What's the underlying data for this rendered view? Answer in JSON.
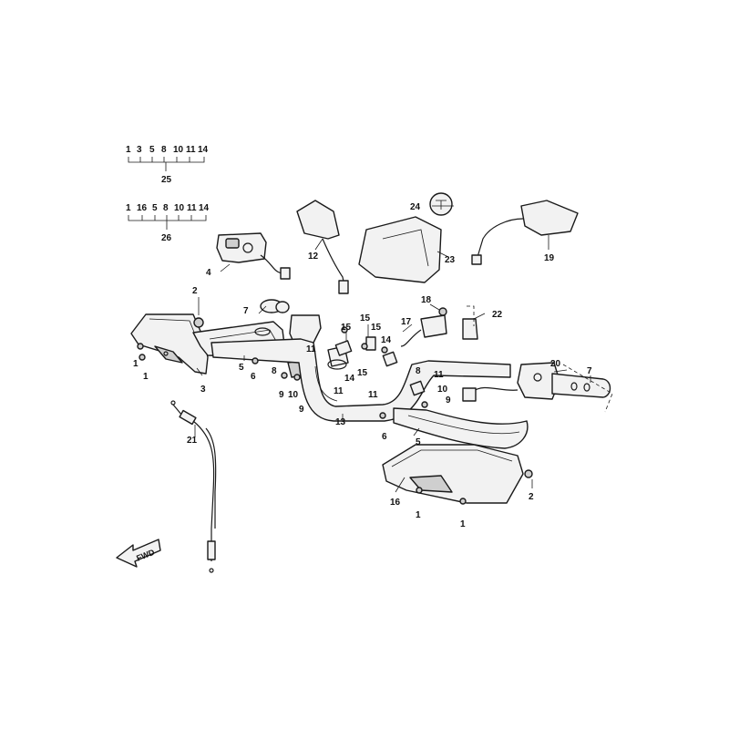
{
  "groups": {
    "g25": {
      "members": [
        "1",
        "3",
        "5",
        "8",
        "10",
        "11",
        "14"
      ],
      "label": "25"
    },
    "g26": {
      "members": [
        "1",
        "16",
        "5",
        "8",
        "10",
        "11",
        "14"
      ],
      "label": "26"
    }
  },
  "fwd": {
    "text": "FWD"
  },
  "callouts": {
    "c1a": "1",
    "c1b": "1",
    "c1c": "1",
    "c1d": "1",
    "c2a": "2",
    "c2b": "2",
    "c3": "3",
    "c4": "4",
    "c5a": "5",
    "c5b": "5",
    "c6a": "6",
    "c6b": "6",
    "c7a": "7",
    "c7b": "7",
    "c8a": "8",
    "c8b": "8",
    "c9a": "9",
    "c9b": "9",
    "c9c": "9",
    "c10a": "10",
    "c10b": "10",
    "c11a": "11",
    "c11b": "11",
    "c11c": "11",
    "c11d": "11",
    "c12": "12",
    "c13": "13",
    "c14a": "14",
    "c14b": "14",
    "c15a": "15",
    "c15b": "15",
    "c15c": "15",
    "c15d": "15",
    "c16": "16",
    "c17": "17",
    "c18": "18",
    "c19": "19",
    "c20": "20",
    "c21": "21",
    "c22": "22",
    "c23": "23",
    "c24": "24"
  }
}
